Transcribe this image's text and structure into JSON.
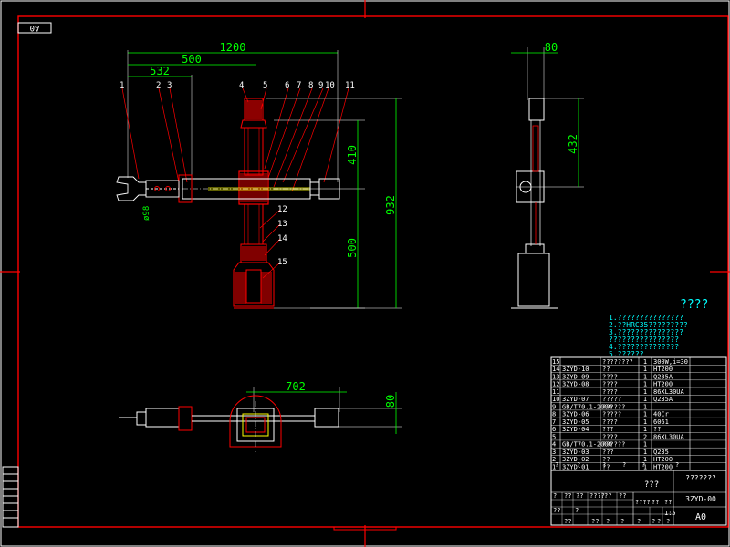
{
  "sheet": {
    "code_box": "A0",
    "sheet_size": "A0",
    "drawing_number": "3ZYD-00",
    "title_cn": "???",
    "company": "???????",
    "scale": "1:5"
  },
  "dimensions": {
    "d1200": "1200",
    "d500": "500",
    "d532": "532",
    "d80_top": "80",
    "d410": "410",
    "d932": "932",
    "d500_v": "500",
    "d432": "432",
    "d702": "702",
    "d80_side": "80",
    "phi98": "ø98"
  },
  "balloons": [
    "1",
    "2",
    "3",
    "4",
    "5",
    "6",
    "7",
    "8",
    "9",
    "10",
    "11",
    "12",
    "13",
    "14",
    "15"
  ],
  "notes": {
    "heading": "????",
    "lines": [
      "1.???????????????",
      "2.??HRC35?????????",
      "3.???????????????",
      "  ????????????????",
      "4.??????????????",
      "5.??????"
    ]
  },
  "bom": [
    {
      "no": "15",
      "code": "",
      "name": "????????",
      "qty": "1",
      "mat": "300W,i=30"
    },
    {
      "no": "14",
      "code": "3ZYD-10",
      "name": "??",
      "qty": "1",
      "mat": "HT200"
    },
    {
      "no": "13",
      "code": "3ZYD-09",
      "name": "????",
      "qty": "1",
      "mat": "Q235A"
    },
    {
      "no": "12",
      "code": "3ZYD-08",
      "name": "????",
      "qty": "1",
      "mat": "HT200"
    },
    {
      "no": "11",
      "code": "",
      "name": "????",
      "qty": "1",
      "mat": "86XL30UA"
    },
    {
      "no": "10",
      "code": "3ZYD-07",
      "name": "?????",
      "qty": "1",
      "mat": "Q235A"
    },
    {
      "no": "9",
      "code": "GB/T70.1-2000",
      "name": "??????",
      "qty": "1",
      "mat": ""
    },
    {
      "no": "8",
      "code": "3ZYD-06",
      "name": "?????",
      "qty": "1",
      "mat": "40Cr"
    },
    {
      "no": "7",
      "code": "3ZYD-05",
      "name": "????",
      "qty": "1",
      "mat": "6061"
    },
    {
      "no": "6",
      "code": "3ZYD-04",
      "name": "???",
      "qty": "1",
      "mat": "??"
    },
    {
      "no": "5",
      "code": "",
      "name": "????",
      "qty": "2",
      "mat": "86XL30UA"
    },
    {
      "no": "4",
      "code": "GB/T70.1-2000",
      "name": "??????",
      "qty": "1",
      "mat": ""
    },
    {
      "no": "3",
      "code": "3ZYD-03",
      "name": "???",
      "qty": "1",
      "mat": "Q235"
    },
    {
      "no": "2",
      "code": "3ZYD-02",
      "name": "??",
      "qty": "1",
      "mat": "HT200"
    },
    {
      "no": "1",
      "code": "3ZYD-01",
      "name": "??",
      "qty": "1",
      "mat": "HT200"
    }
  ],
  "titleblock": {
    "header_row": [
      "?",
      "?",
      "?",
      "?",
      "?",
      "?"
    ],
    "mid_labels": [
      "?",
      "??",
      "??",
      "????",
      "??",
      "??"
    ],
    "bottom_labels": [
      "??",
      "??",
      "??",
      "?",
      "?",
      "?"
    ],
    "scale_labels": [
      "????",
      "??",
      "??"
    ],
    "sheet_labels": [
      "?",
      "?",
      "?",
      "?"
    ]
  }
}
